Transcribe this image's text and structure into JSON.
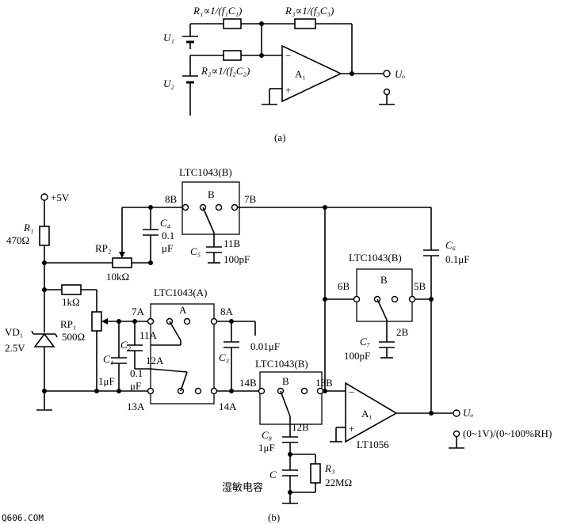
{
  "figure_a": {
    "label_r1": "R₁∝1/(f₁C₁)",
    "label_r2": "R₂∝1/(f₂C₂)",
    "label_r3": "R₃∝1/(f₃C₃)",
    "label_u1": "U₁",
    "label_u2": "U₂",
    "label_a1": "A₁",
    "label_uo": "Uₒ",
    "caption": "(a)"
  },
  "figure_b": {
    "vplus": "+5V",
    "r1_name": "R₁",
    "r1_value": "470Ω",
    "vd1_name": "VD₁",
    "vd1_value": "2.5V",
    "rp2_name": "RP₂",
    "rp2_value": "10kΩ",
    "r_1k": "1kΩ",
    "rp1_name": "RP₁",
    "rp1_value": "500Ω",
    "c4_name": "C₄",
    "c4_value_1": "0.1",
    "c4_value_2": "μF",
    "c5_name": "C₅",
    "c5_value": "100pF",
    "c1_name": "C₁",
    "c1_value": "1μF",
    "c2_name": "C₂",
    "c2_value_1": "0.1",
    "c2_value_2": "μF",
    "c3_name": "C₃",
    "c3_value": "0.01μF",
    "c6_name": "C₆",
    "c6_value": "0.1μF",
    "c7_name": "C₇",
    "c7_value": "100pF",
    "c8_name": "C₈",
    "c8_value": "1μF",
    "c_name": "C",
    "r3_name": "R₃",
    "r3_value": "22MΩ",
    "sensor": "湿敏电容",
    "ltc_b_top": "LTC1043(B)",
    "ltc_a": "LTC1043(A)",
    "ltc_b_mid": "LTC1043(B)",
    "ltc_b_right": "LTC1043(B)",
    "sw_b": "B",
    "sw_a": "A",
    "pin_8b": "8B",
    "pin_7b": "7B",
    "pin_11b": "11B",
    "pin_6b": "6B",
    "pin_5b": "5B",
    "pin_2b": "2B",
    "pin_7a": "7A",
    "pin_8a": "8A",
    "pin_11a": "11A",
    "pin_12a": "12A",
    "pin_13a": "13A",
    "pin_14a": "14A",
    "pin_14b": "14B",
    "pin_13b": "13B",
    "pin_12b": "12B",
    "opamp": "A₁",
    "opamp_part": "LT1056",
    "uo": "Uₒ",
    "output_range": "(0~1V)/(0~100%RH)",
    "caption": "(b)"
  },
  "watermark": "Q606.COM"
}
